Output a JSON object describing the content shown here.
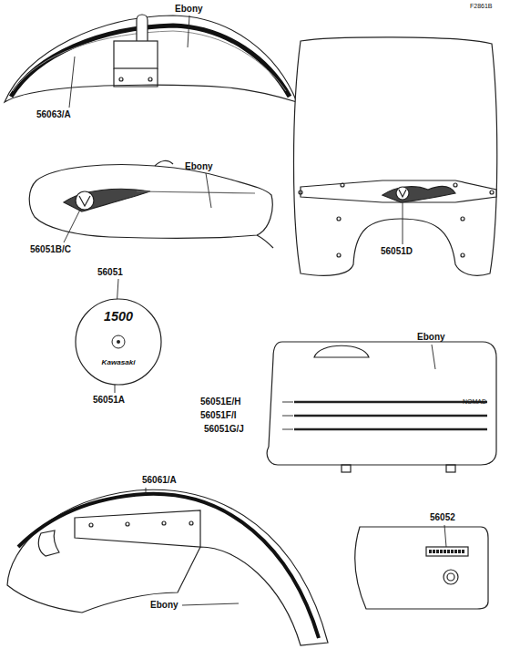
{
  "diagram": {
    "nodes": [
      {
        "text": [
          "1500",
          "Kawasaki"
        ]
      }
    ],
    "labels": [
      "F2861B",
      "Ebony",
      "56063/A",
      "Ebony",
      "56051B/C",
      "56051D",
      "56051",
      "56051A",
      "Ebony",
      "56051E/H",
      "56051F/I",
      "56051G/J",
      "NOMAD",
      "56061/A",
      "Ebony",
      "56052"
    ]
  }
}
